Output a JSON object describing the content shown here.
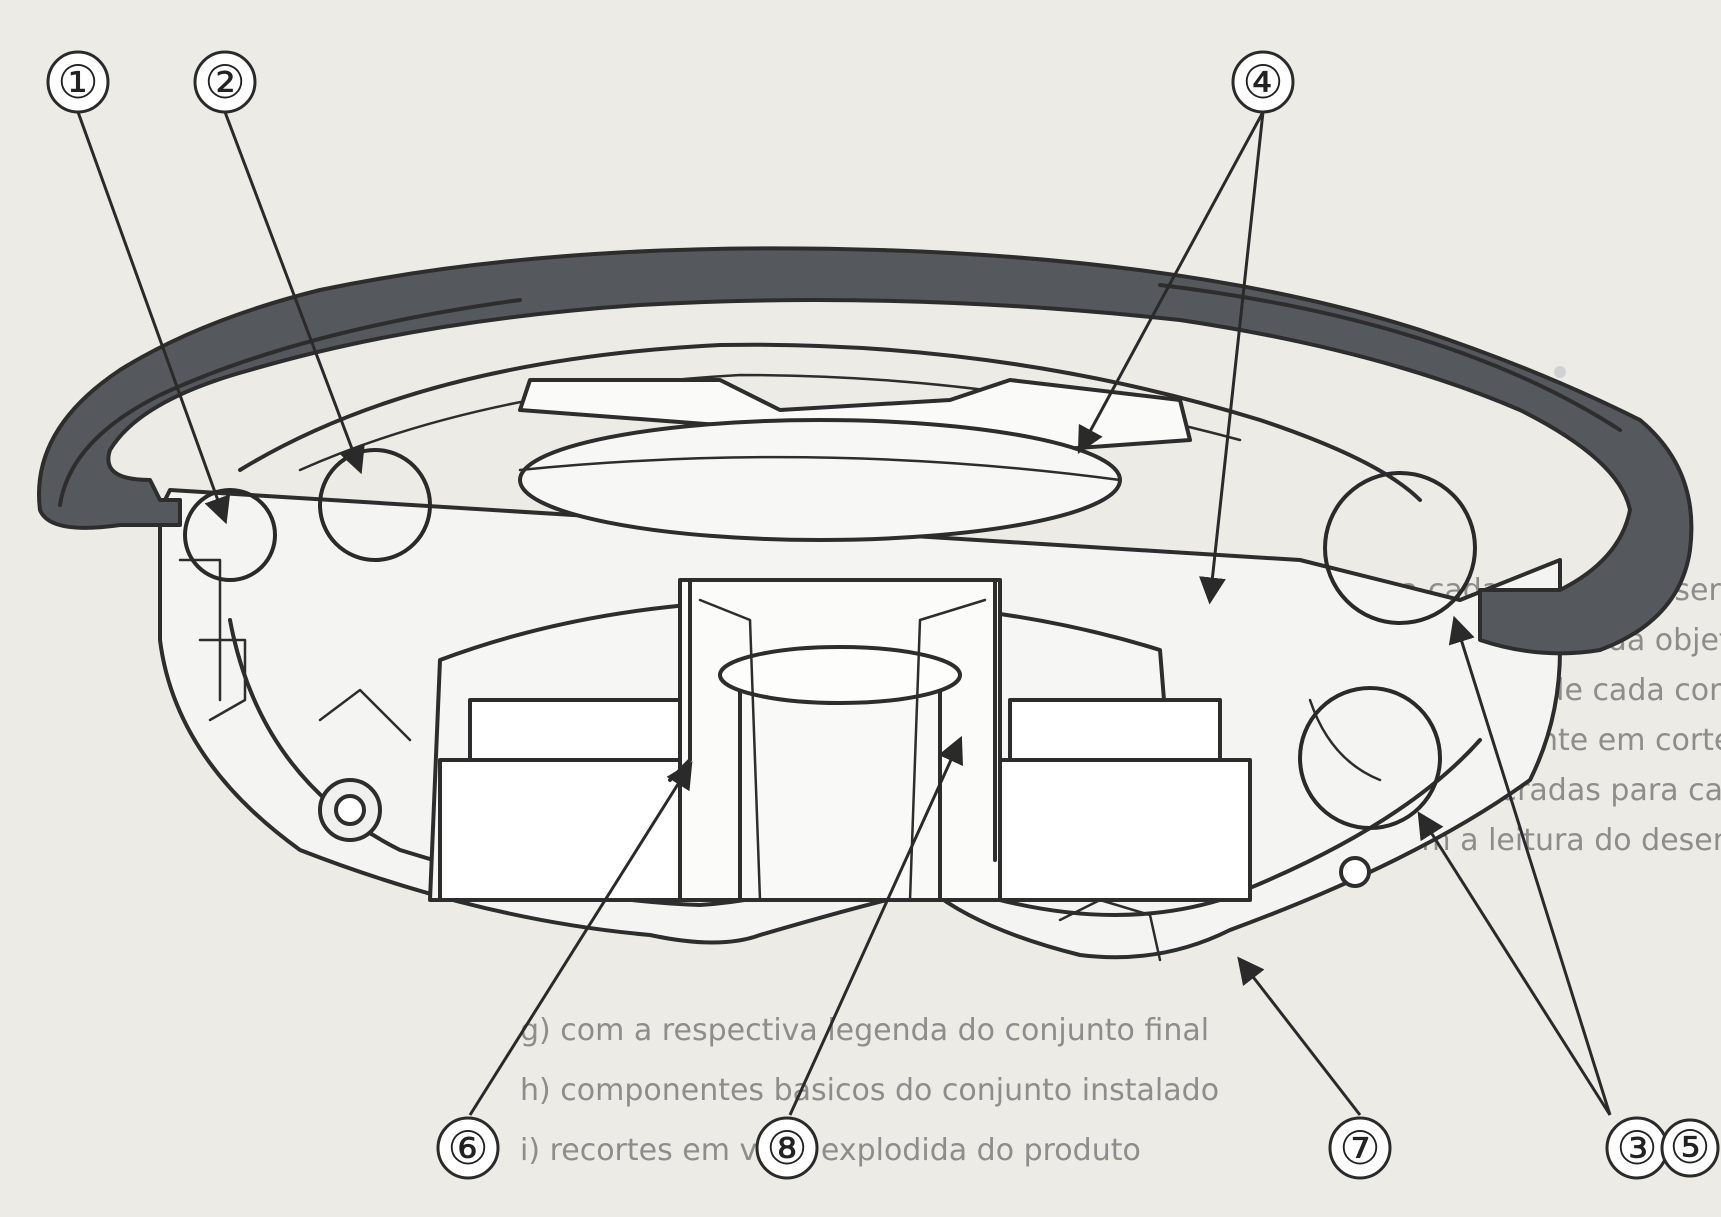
{
  "diagram": {
    "callouts": [
      {
        "id": "c1",
        "label": "①"
      },
      {
        "id": "c2",
        "label": "②"
      },
      {
        "id": "c4",
        "label": "④"
      },
      {
        "id": "c6",
        "label": "⑥"
      },
      {
        "id": "c8",
        "label": "⑧"
      },
      {
        "id": "c7",
        "label": "⑦"
      },
      {
        "id": "c3",
        "label": "③"
      },
      {
        "id": "c5",
        "label": "⑤"
      }
    ],
    "colors": {
      "background": "#ecebe6",
      "rim": "#55585c",
      "housing": "#f4f4f2",
      "magnet": "#ffffff",
      "background_text": "#8d8d8b"
    },
    "background_text_lines": [
      "a) sabemos que a cada conceito a ser representado",
      "b) para a definicao clara de cada objeto ilustrado",
      "c) em suportes e recortes de cada componente",
      "d) da unidade de alto-falante em corte lateral",
      "e) com indicacoes numeradas para cada parte",
      "f) as setas orientam a leitura do desenho",
      "g) com a respectiva legenda do conjunto final",
      "h) componentes basicos do conjunto instalado",
      "i) recortes em vista explodida do produto"
    ]
  }
}
